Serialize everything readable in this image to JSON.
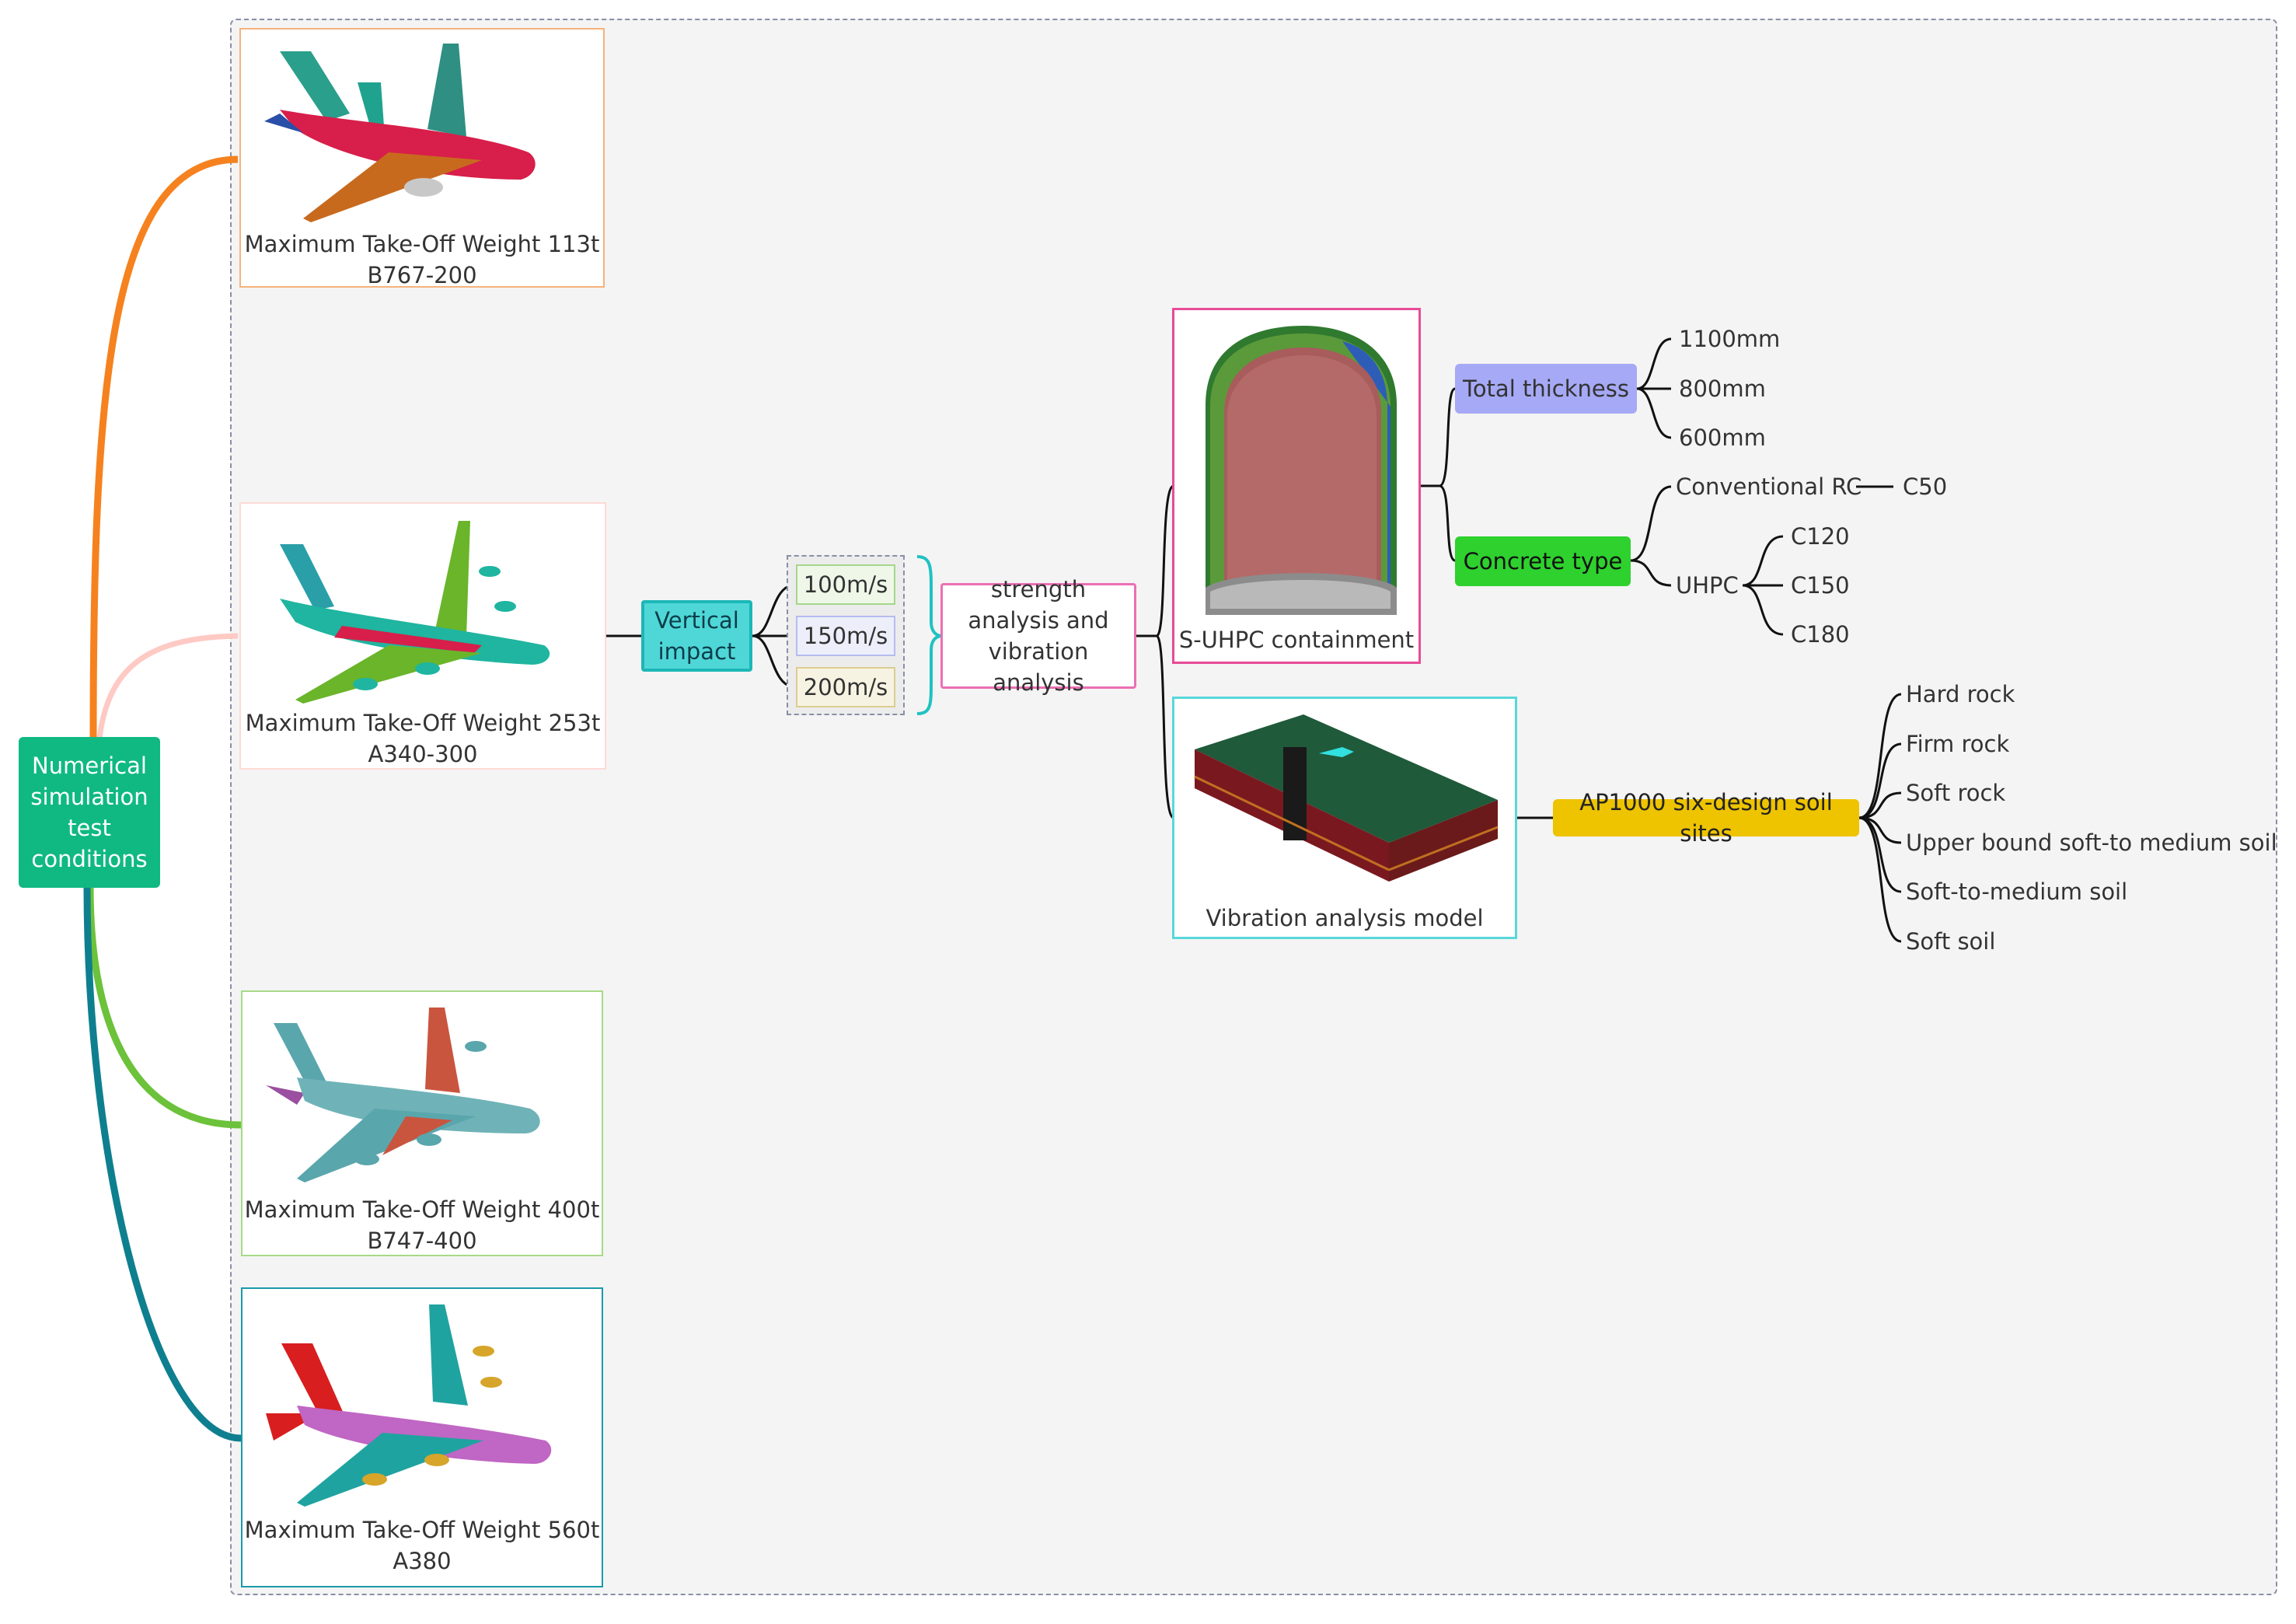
{
  "colors": {
    "root": "#10b981",
    "orange": "#f5821f",
    "pink_light": "#ffc9c4",
    "green": "#6cc23a",
    "teal": "#0e7f8f",
    "vertical_impact": "#4fd7d7",
    "strength_border": "#ec6fb3",
    "containment_border": "#e84b97",
    "vibration_border": "#5ad7da",
    "total_thickness": "#a6a9f5",
    "concrete_type": "#2ed12e",
    "ap1000": "#eec300"
  },
  "root": {
    "label": "Numerical simulation test conditions"
  },
  "aircraft": [
    {
      "id": "b767",
      "icon": "b767-airplane-model",
      "weight": "Maximum Take-Off Weight 113t",
      "model": "B767-200"
    },
    {
      "id": "a340",
      "icon": "a340-airplane-model",
      "weight": "Maximum Take-Off Weight 253t",
      "model": "A340-300"
    },
    {
      "id": "b747",
      "icon": "b747-airplane-model",
      "weight": "Maximum Take-Off Weight 400t",
      "model": "B747-400"
    },
    {
      "id": "a380",
      "icon": "a380-airplane-model",
      "weight": "Maximum Take-Off Weight 560t",
      "model": "A380"
    }
  ],
  "vertical_impact": {
    "label": "Vertical impact"
  },
  "speeds": [
    "100m/s",
    "150m/s",
    "200m/s"
  ],
  "analysis": {
    "label": "strength analysis and vibration analysis"
  },
  "containment": {
    "label": "S-UHPC containment",
    "icon": "containment-model"
  },
  "vibration_model": {
    "label": "Vibration analysis model",
    "icon": "soil-block-model"
  },
  "total_thickness": {
    "label": "Total thickness",
    "values": [
      "1100mm",
      "800mm",
      "600mm"
    ]
  },
  "concrete_type": {
    "label": "Concrete type",
    "conventional": {
      "label": "Conventional RC",
      "grade": "C50"
    },
    "uhpc": {
      "label": "UHPC",
      "grades": [
        "C120",
        "C150",
        "C180"
      ]
    }
  },
  "soil_sites": {
    "label": "AP1000 six-design soil sites",
    "items": [
      "Hard rock",
      "Firm rock",
      "Soft rock",
      "Upper bound soft-to medium soil",
      "Soft-to-medium soil",
      "Soft soil"
    ]
  }
}
